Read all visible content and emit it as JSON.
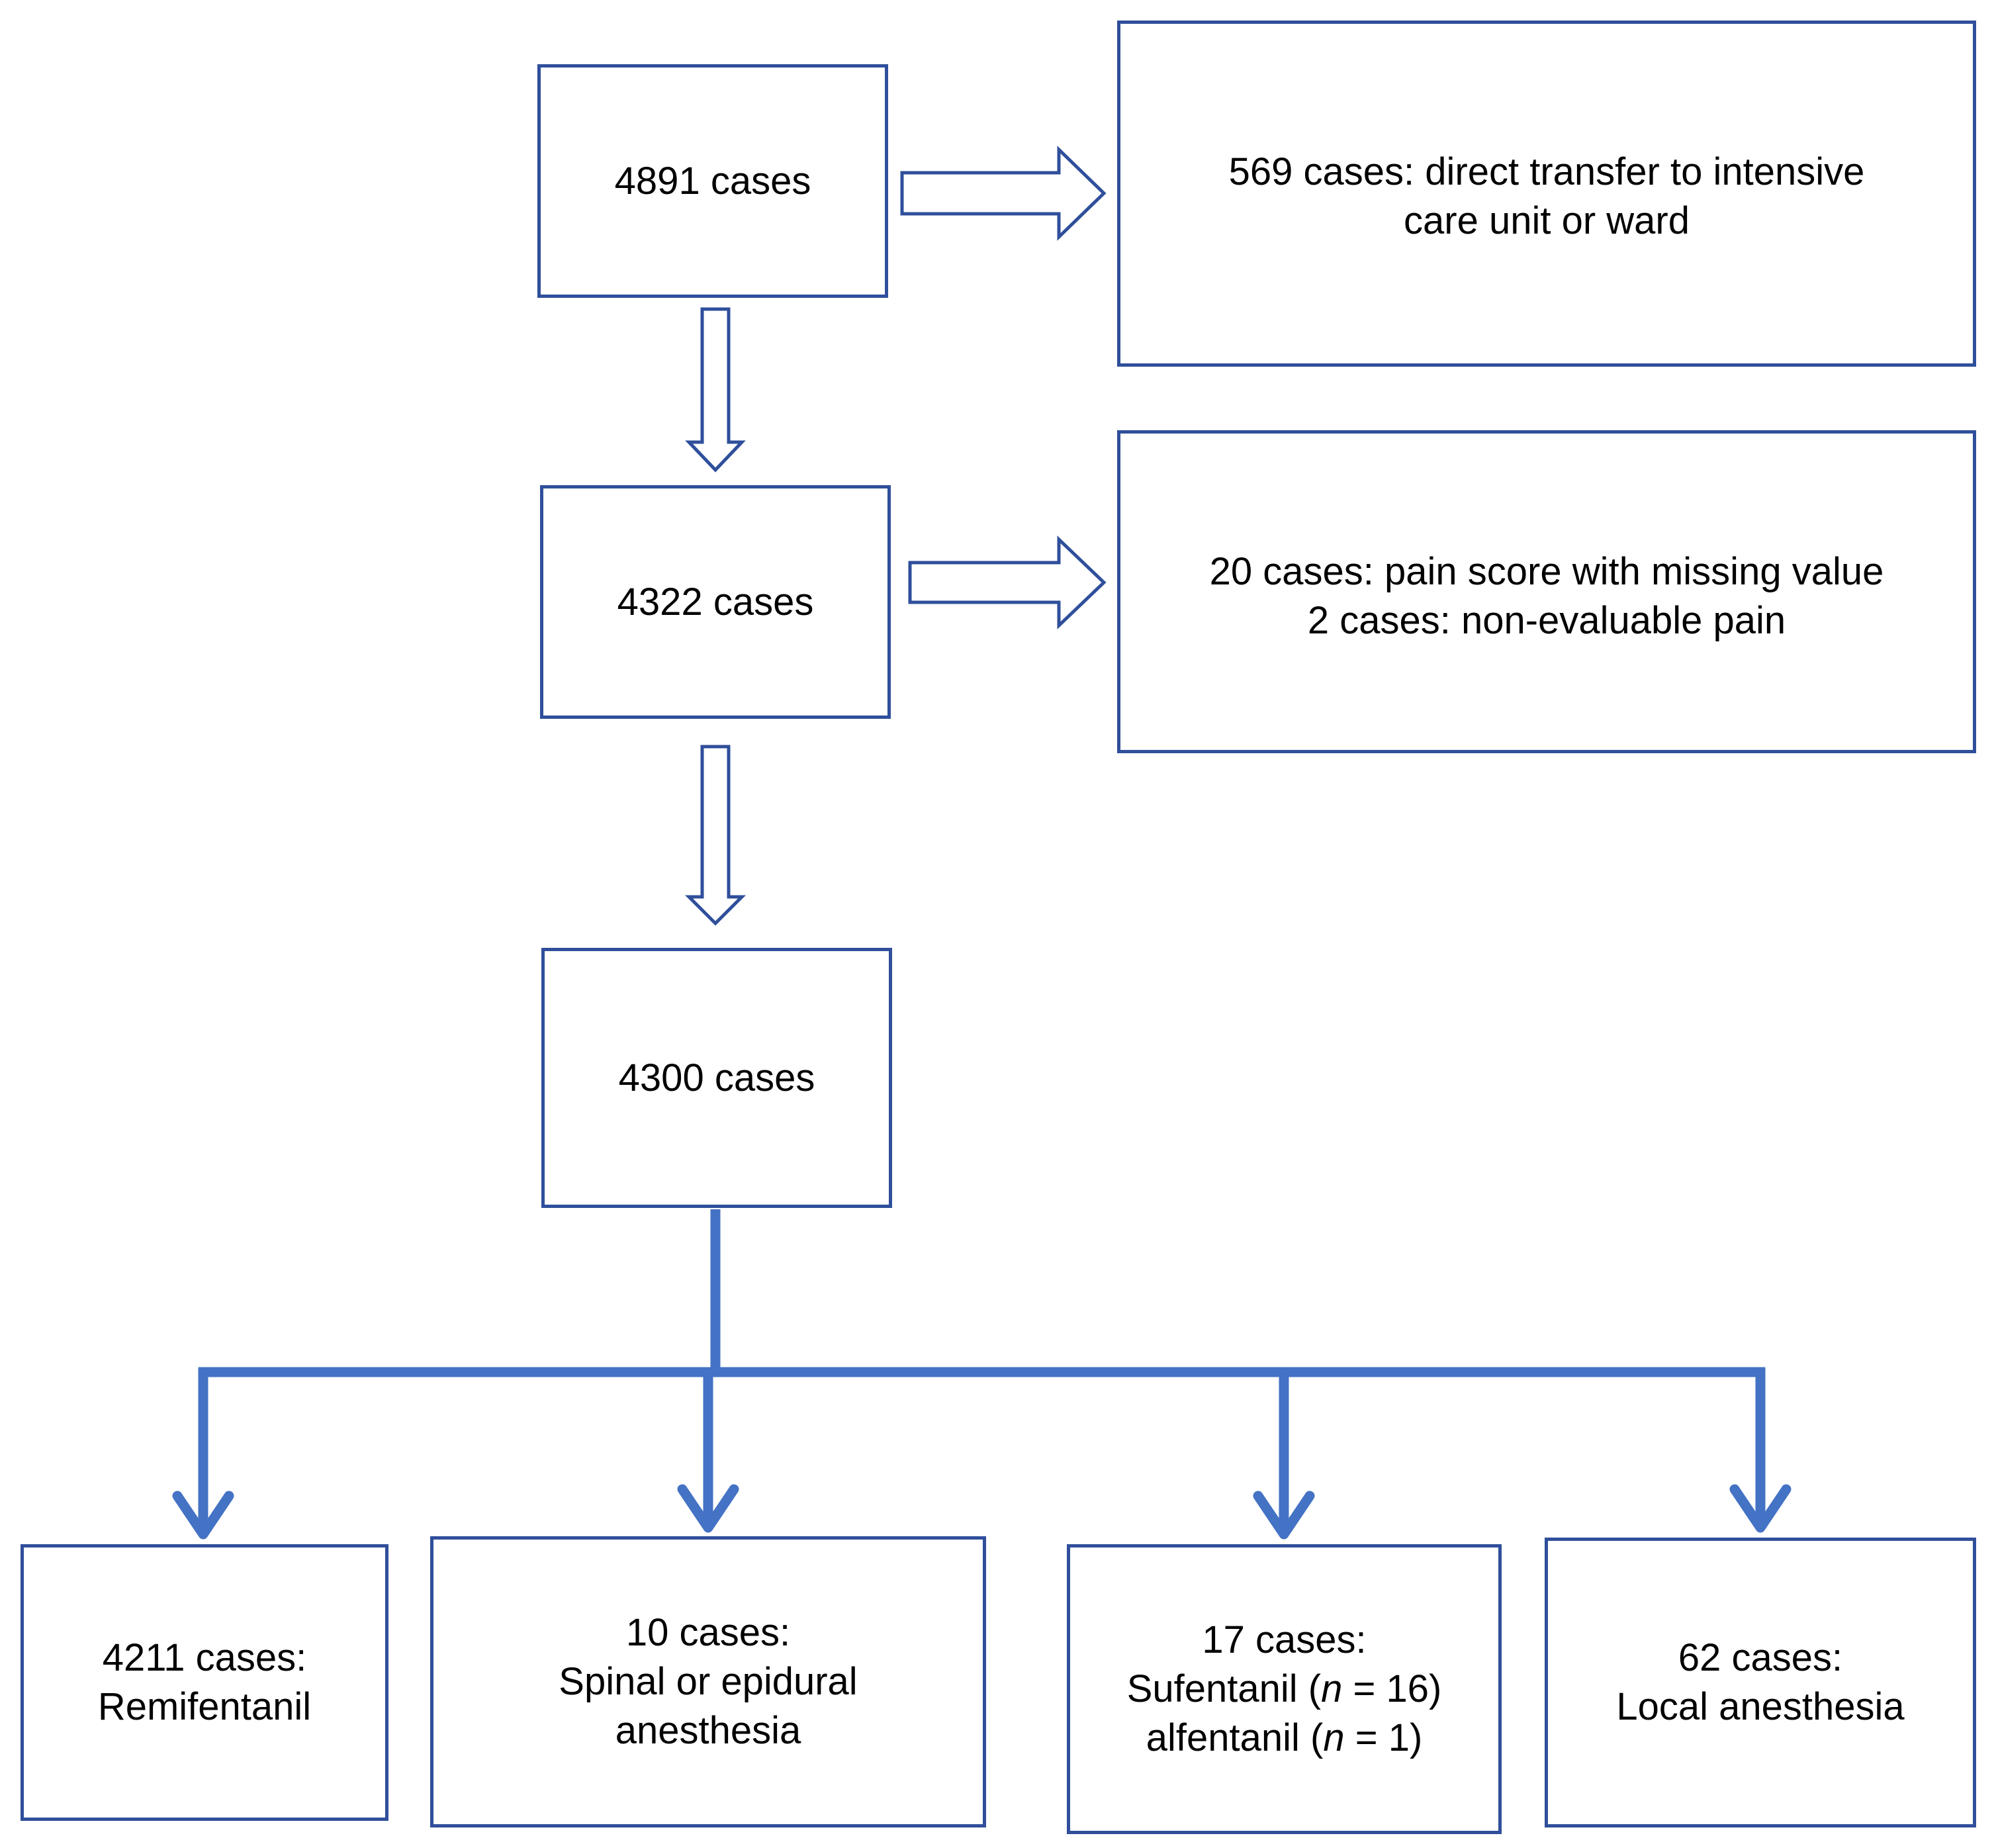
{
  "nodes": {
    "start": {
      "line1": "4891 cases"
    },
    "excluded_transfer": {
      "line1": "569 cases:  direct transfer to intensive",
      "line2": "care unit   or ward"
    },
    "mid": {
      "line1": "4322 cases"
    },
    "excluded_pain": {
      "line1": "20 cases:  pain score  with missing value",
      "line2": "2 cases: non-evaluable pain"
    },
    "final": {
      "line1": "4300 cases"
    },
    "remifentanil": {
      "line1": "4211 cases:",
      "line2": "Remifentanil"
    },
    "spinal": {
      "line1": "10 cases:",
      "line2": "Spinal or epidural",
      "line3": "anesthesia"
    },
    "sufentanil": {
      "line1": "17 cases:",
      "line2a": "Sufentanil  (",
      "n": "n",
      "line2b": " = 16)",
      "line3a": "alfentanil  (",
      "line3b": " = 1)"
    },
    "local": {
      "line1": "62 cases:",
      "line2": "Local anesthesia"
    }
  },
  "colors": {
    "box_border": "#2f4f9b",
    "branch_arrow": "#4472c4"
  }
}
